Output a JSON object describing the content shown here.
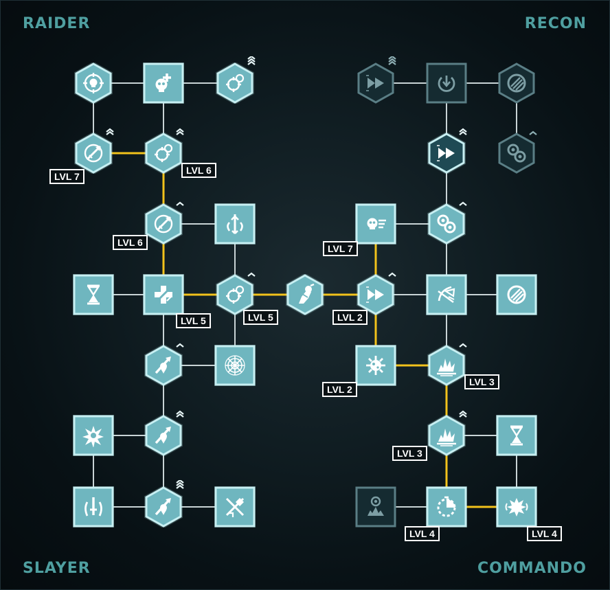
{
  "trees": {
    "top_left": "RAIDER",
    "top_right": "RECON",
    "bottom_left": "SLAYER",
    "bottom_right": "COMMANDO"
  },
  "colors": {
    "active_fill": "#6fb6bf",
    "active_border": "#c7eff2",
    "glyph": "#ffffff",
    "locked_fill": "#152b31",
    "locked_border": "#5a7e85",
    "locked_glyph": "#7d9ea4",
    "link_active": "#f2c21b",
    "link_inactive": "#c9d4d6",
    "label_text": "#4f9fa0"
  },
  "nodes": [
    {
      "id": "r1",
      "icon": "skull-target-icon",
      "shape": "hex",
      "state": "active",
      "rank": 0
    },
    {
      "id": "r2",
      "icon": "skull-plus-icon",
      "shape": "square",
      "state": "active",
      "rank": 0
    },
    {
      "id": "r3",
      "icon": "crosshair-icon",
      "shape": "hex",
      "state": "active",
      "rank": 3
    },
    {
      "id": "r4",
      "icon": "crosshair-dart-icon",
      "shape": "hex",
      "state": "active",
      "rank": 2
    },
    {
      "id": "r5",
      "icon": "crosshair-icon",
      "shape": "hex",
      "state": "active",
      "rank": 2
    },
    {
      "id": "r6",
      "icon": "crosshair-dart-icon",
      "shape": "hex",
      "state": "active",
      "rank": 1
    },
    {
      "id": "r7",
      "icon": "arrow-split-icon",
      "shape": "square",
      "state": "active",
      "rank": 0
    },
    {
      "id": "rc1",
      "icon": "fast-forward-icon",
      "shape": "hex",
      "state": "locked",
      "rank": 3
    },
    {
      "id": "rc2",
      "icon": "power-icon",
      "shape": "square",
      "state": "locked",
      "rank": 0
    },
    {
      "id": "rc3",
      "icon": "striped-circle-icon",
      "shape": "hex",
      "state": "locked",
      "rank": 0
    },
    {
      "id": "rc4",
      "icon": "fast-forward-icon",
      "shape": "hex",
      "state": "partial",
      "rank": 2
    },
    {
      "id": "rc5",
      "icon": "linked-circles-icon",
      "shape": "hex",
      "state": "locked",
      "rank": 1
    },
    {
      "id": "rc6",
      "icon": "linked-circles-icon",
      "shape": "hex",
      "state": "active",
      "rank": 1
    },
    {
      "id": "rc7",
      "icon": "skull-speed-icon",
      "shape": "square",
      "state": "active",
      "rank": 0
    },
    {
      "id": "m1",
      "icon": "hourglass-icon",
      "shape": "square",
      "state": "active",
      "rank": 0
    },
    {
      "id": "m2",
      "icon": "medical-cross-icon",
      "shape": "square",
      "state": "active",
      "rank": 0
    },
    {
      "id": "m3",
      "icon": "crosshair-icon",
      "shape": "hex",
      "state": "active",
      "rank": 1
    },
    {
      "id": "m4",
      "icon": "grenade-hand-icon",
      "shape": "hex",
      "state": "active",
      "rank": 0
    },
    {
      "id": "m5",
      "icon": "fast-forward-icon",
      "shape": "hex",
      "state": "active",
      "rank": 1
    },
    {
      "id": "m6",
      "icon": "sonar-icon",
      "shape": "square",
      "state": "active",
      "rank": 0
    },
    {
      "id": "m7",
      "icon": "striped-circle-icon",
      "shape": "square",
      "state": "active",
      "rank": 0
    },
    {
      "id": "s1",
      "icon": "blade-blood-icon",
      "shape": "hex",
      "state": "active",
      "rank": 1
    },
    {
      "id": "s2",
      "icon": "spider-web-icon",
      "shape": "square",
      "state": "active",
      "rank": 0
    },
    {
      "id": "s3",
      "icon": "shatter-icon",
      "shape": "square",
      "state": "active",
      "rank": 0
    },
    {
      "id": "s4",
      "icon": "blade-blood-icon",
      "shape": "hex",
      "state": "active",
      "rank": 2
    },
    {
      "id": "s5",
      "icon": "sword-shield-icon",
      "shape": "square",
      "state": "active",
      "rank": 0
    },
    {
      "id": "s6",
      "icon": "blade-blood-icon",
      "shape": "hex",
      "state": "active",
      "rank": 3
    },
    {
      "id": "s7",
      "icon": "cross-swords-icon",
      "shape": "square",
      "state": "active",
      "rank": 0
    },
    {
      "id": "c1",
      "icon": "virus-icon",
      "shape": "square",
      "state": "active",
      "rank": 0
    },
    {
      "id": "c2",
      "icon": "explosion-icon",
      "shape": "hex",
      "state": "active",
      "rank": 1
    },
    {
      "id": "c3",
      "icon": "explosion-icon",
      "shape": "hex",
      "state": "active",
      "rank": 2
    },
    {
      "id": "c4",
      "icon": "hourglass-icon",
      "shape": "square",
      "state": "active",
      "rank": 0
    },
    {
      "id": "c5",
      "icon": "target-blast-icon",
      "shape": "square",
      "state": "locked",
      "rank": 0
    },
    {
      "id": "c6",
      "icon": "timer-icon",
      "shape": "square",
      "state": "active",
      "rank": 0
    },
    {
      "id": "c7",
      "icon": "shockwave-icon",
      "shape": "square",
      "state": "active",
      "rank": 0
    }
  ],
  "links": [
    {
      "from": "r1",
      "to": "r2",
      "active": false
    },
    {
      "from": "r2",
      "to": "r3",
      "active": false
    },
    {
      "from": "r1",
      "to": "r4",
      "active": false
    },
    {
      "from": "r2",
      "to": "r5",
      "active": false
    },
    {
      "from": "r4",
      "to": "r5",
      "active": true
    },
    {
      "from": "r5",
      "to": "r6",
      "active": true
    },
    {
      "from": "r6",
      "to": "r7",
      "active": false
    },
    {
      "from": "r6",
      "to": "m2",
      "active": true
    },
    {
      "from": "r7",
      "to": "m3",
      "active": false
    },
    {
      "from": "m1",
      "to": "m2",
      "active": false
    },
    {
      "from": "m2",
      "to": "m3",
      "active": true
    },
    {
      "from": "m3",
      "to": "m4",
      "active": true
    },
    {
      "from": "m4",
      "to": "m5",
      "active": true
    },
    {
      "from": "m5",
      "to": "m6",
      "active": false
    },
    {
      "from": "m6",
      "to": "m7",
      "active": false
    },
    {
      "from": "m2",
      "to": "s1",
      "active": false
    },
    {
      "from": "m3",
      "to": "s2",
      "active": false
    },
    {
      "from": "s1",
      "to": "s2",
      "active": false
    },
    {
      "from": "s1",
      "to": "s4",
      "active": false
    },
    {
      "from": "s3",
      "to": "s4",
      "active": false
    },
    {
      "from": "s3",
      "to": "s5",
      "active": false
    },
    {
      "from": "s4",
      "to": "s6",
      "active": false
    },
    {
      "from": "s5",
      "to": "s6",
      "active": false
    },
    {
      "from": "s6",
      "to": "s7",
      "active": false
    },
    {
      "from": "rc1",
      "to": "rc2",
      "active": false
    },
    {
      "from": "rc2",
      "to": "rc3",
      "active": false
    },
    {
      "from": "rc2",
      "to": "rc4",
      "active": false
    },
    {
      "from": "rc3",
      "to": "rc5",
      "active": false
    },
    {
      "from": "rc4",
      "to": "rc6",
      "active": false
    },
    {
      "from": "rc6",
      "to": "rc7",
      "active": false
    },
    {
      "from": "rc6",
      "to": "m6",
      "active": false
    },
    {
      "from": "rc7",
      "to": "m5",
      "active": true
    },
    {
      "from": "m5",
      "to": "c1",
      "active": true
    },
    {
      "from": "m6",
      "to": "c2",
      "active": false
    },
    {
      "from": "c1",
      "to": "c2",
      "active": true
    },
    {
      "from": "c2",
      "to": "c3",
      "active": true
    },
    {
      "from": "c3",
      "to": "c4",
      "active": false
    },
    {
      "from": "c3",
      "to": "c6",
      "active": true
    },
    {
      "from": "c5",
      "to": "c6",
      "active": false
    },
    {
      "from": "c6",
      "to": "c7",
      "active": true
    },
    {
      "from": "c4",
      "to": "c7",
      "active": false
    }
  ],
  "level_labels": [
    {
      "node": "r4",
      "text": "LVL 7"
    },
    {
      "node": "r5",
      "text": "LVL 6"
    },
    {
      "node": "r6",
      "text": "LVL 6"
    },
    {
      "node": "m2",
      "text": "LVL 5"
    },
    {
      "node": "m3",
      "text": "LVL 5"
    },
    {
      "node": "rc7",
      "text": "LVL 7"
    },
    {
      "node": "m5",
      "text": "LVL 2"
    },
    {
      "node": "c1",
      "text": "LVL 2"
    },
    {
      "node": "c2",
      "text": "LVL 3"
    },
    {
      "node": "c3",
      "text": "LVL 3"
    },
    {
      "node": "c6",
      "text": "LVL 4"
    },
    {
      "node": "c7",
      "text": "LVL 4"
    }
  ]
}
